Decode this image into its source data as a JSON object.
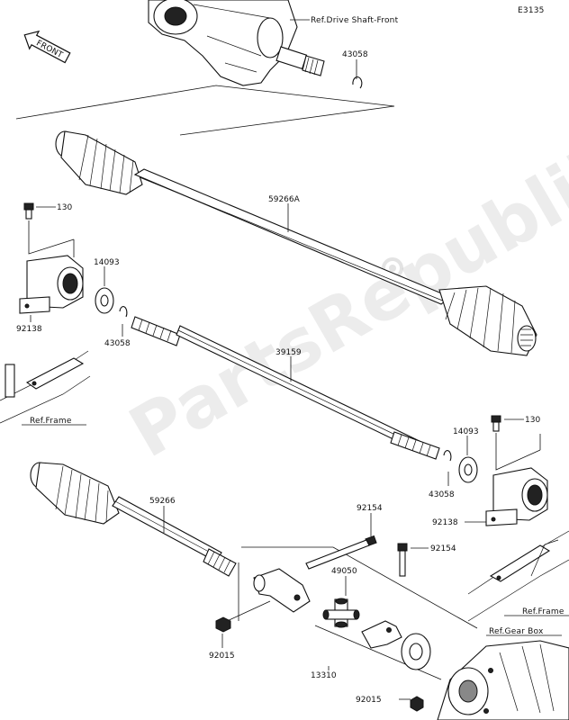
{
  "diagram": {
    "code": "E3135",
    "watermark": "PartsRepublik",
    "front_arrow_label": "FRONT",
    "refs": {
      "drive_shaft_front": "Ref.Drive Shaft-Front",
      "frame_left": "Ref.Frame",
      "frame_right": "Ref.Frame",
      "gear_box": "Ref.Gear Box"
    },
    "labels": {
      "p43058_top": "43058",
      "p59266A": "59266A",
      "p130_left": "130",
      "p14093_left": "14093",
      "p92138_left": "92138",
      "p43058_left": "43058",
      "p39159": "39159",
      "p14093_right": "14093",
      "p130_right": "130",
      "p43058_right": "43058",
      "p92138_right": "92138",
      "p59266": "59266",
      "p92154_upper": "92154",
      "p92154_right": "92154",
      "p49050": "49050",
      "p92015_left": "92015",
      "p13310": "13310",
      "p92015_bottom": "92015"
    }
  }
}
